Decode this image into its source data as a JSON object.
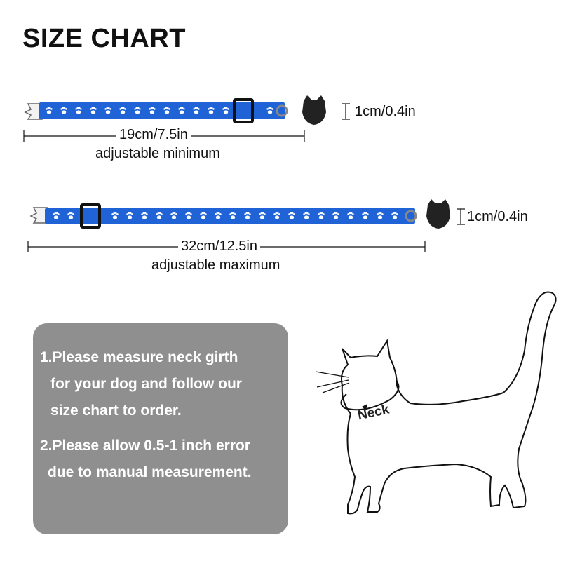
{
  "title": "SIZE CHART",
  "colors": {
    "collar": "#1f63d6",
    "box": "#8f8f8f",
    "text": "#111111"
  },
  "collars": [
    {
      "length": "19cm/7.5in",
      "label": "adjustable minimum",
      "width": "1cm/0.4in"
    },
    {
      "length": "32cm/12.5in",
      "label": "adjustable maximum",
      "width": "1cm/0.4in"
    }
  ],
  "notes": [
    "1.Please measure neck girth",
    "for your dog and follow our",
    "size chart to order.",
    "2.Please allow 0.5-1 inch error",
    "due to manual measurement."
  ],
  "neck_label": "Neck",
  "icons": [
    "paw-print-icon",
    "cat-head-charm-icon",
    "buckle-icon",
    "cat-silhouette-icon"
  ]
}
